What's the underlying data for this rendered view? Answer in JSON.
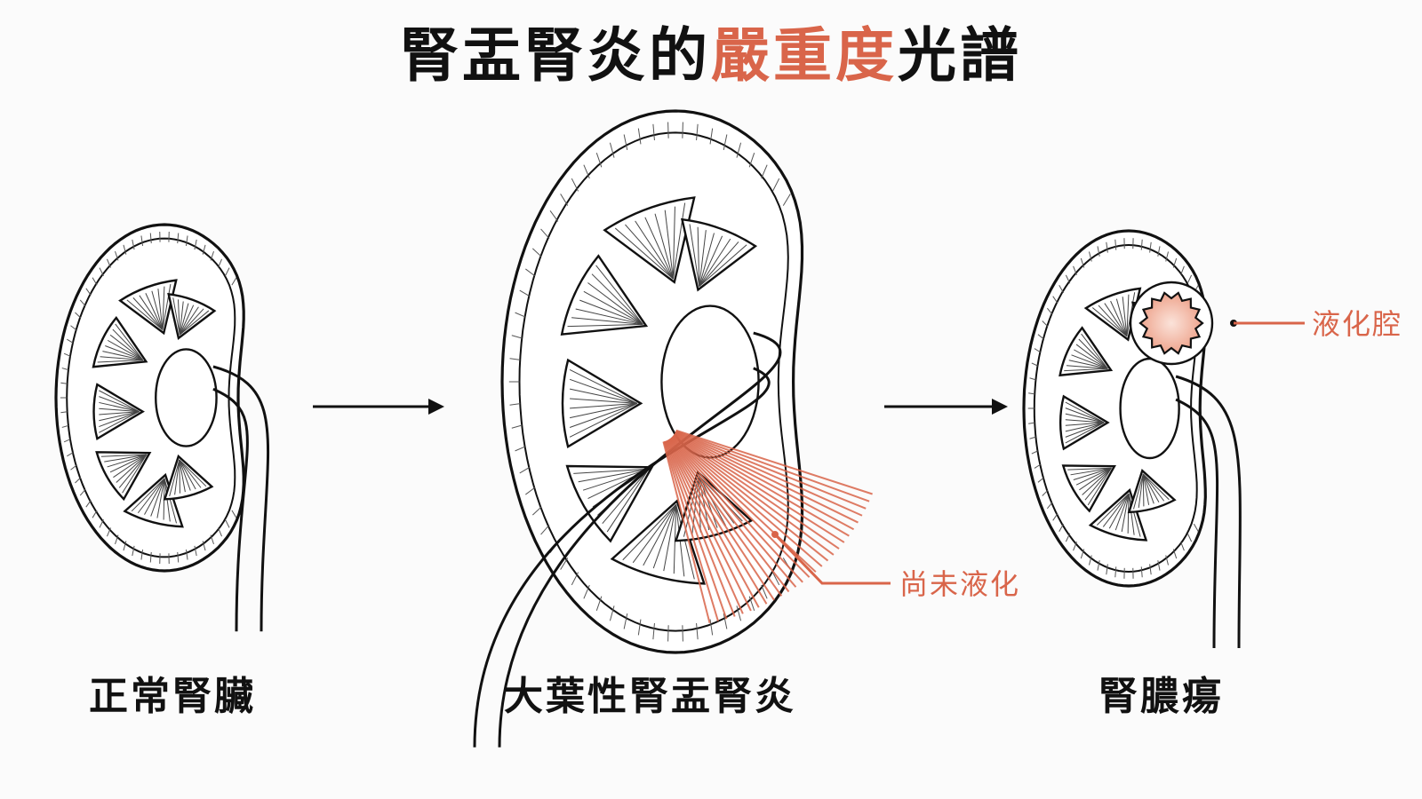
{
  "title": {
    "prefix": "腎盂腎炎的",
    "highlight": "嚴重度",
    "suffix": "光譜"
  },
  "stages": [
    {
      "label": "正常腎臟"
    },
    {
      "label": "大葉性腎盂腎炎",
      "callout": "尚未液化"
    },
    {
      "label": "腎膿瘍",
      "callout": "液化腔"
    }
  ],
  "colors": {
    "ink": "#111111",
    "accent": "#d9654a",
    "lesion_fill": "#f3c8b8",
    "background": "#fbfbfb"
  },
  "icons": [
    "arrow-right-icon",
    "arrow-right-icon"
  ]
}
